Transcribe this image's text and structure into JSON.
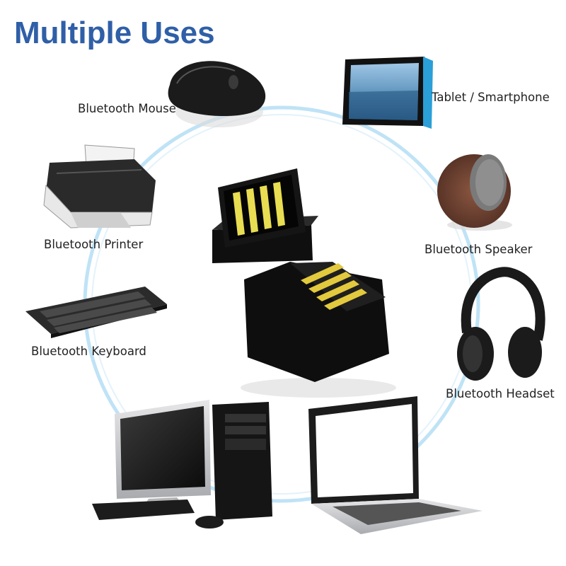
{
  "title": "Multiple Uses",
  "devices": {
    "mouse": "Bluetooth Mouse",
    "tablet": "Tablet / Smartphone",
    "printer": "Bluetooth Printer",
    "speaker": "Bluetooth Speaker",
    "keyboard": "Bluetooth Keyboard",
    "headset": "Bluetooth Headset"
  },
  "colors": {
    "title": "#2f5fa7",
    "ring": "#bfe3f6",
    "label": "#222222"
  }
}
